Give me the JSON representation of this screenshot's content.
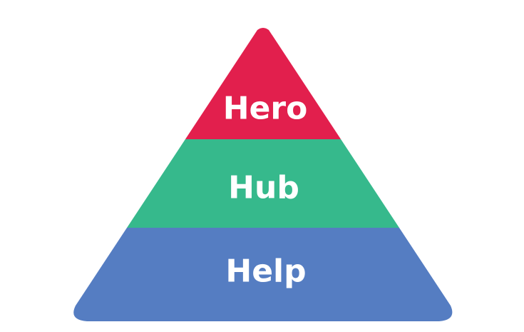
{
  "diagram": {
    "tiers": [
      {
        "label": "Hero",
        "color": "#e21f4d"
      },
      {
        "label": "Hub",
        "color": "#36b98c"
      },
      {
        "label": "Help",
        "color": "#557dc2"
      }
    ]
  }
}
